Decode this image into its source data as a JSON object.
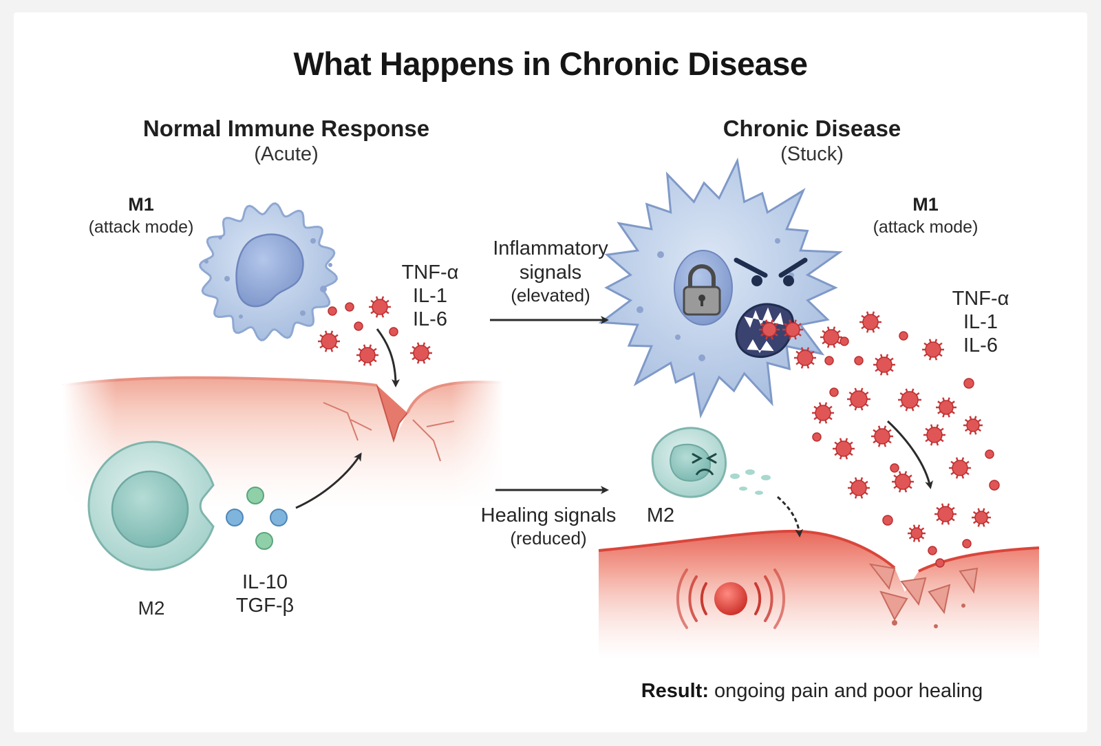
{
  "title": "What Happens in Chronic Disease",
  "left": {
    "heading": "Normal Immune Response",
    "subheading": "(Acute)",
    "m1_label": "M1",
    "m1_mode": "(attack mode)",
    "cytokines": [
      "TNF-α",
      "IL-1",
      "IL-6"
    ],
    "m2_label": "M2",
    "healing_cytokines": [
      "IL-10",
      "TGF-β"
    ]
  },
  "middle": {
    "inflammatory": [
      "Inflammatory",
      "signals",
      "(elevated)"
    ],
    "healing": [
      "Healing signals",
      "(reduced)"
    ]
  },
  "right": {
    "heading": "Chronic Disease",
    "subheading": "(Stuck)",
    "m1_label": "M1",
    "m1_mode": "(attack mode)",
    "cytokines": [
      "TNF-α",
      "IL-1",
      "IL-6"
    ],
    "m2_label": "M2"
  },
  "result": {
    "label": "Result:",
    "text": " ongoing pain and poor healing"
  },
  "colors": {
    "m1_cell": "#b9cbe6",
    "m1_nucleus": "#8ea6d4",
    "m2_cell": "#bfe0dd",
    "m2_nucleus": "#8ec5bf",
    "cytokine_red": "#d94b4b",
    "healing_blue": "#7aaad0",
    "healing_green": "#88c8a6",
    "tissue_pink": "#f3b2a4",
    "inflamed_red": "#e45b4e"
  },
  "icons": [
    "padlock-icon",
    "angry-face-icon",
    "distressed-face-icon",
    "pain-signal-icon"
  ]
}
